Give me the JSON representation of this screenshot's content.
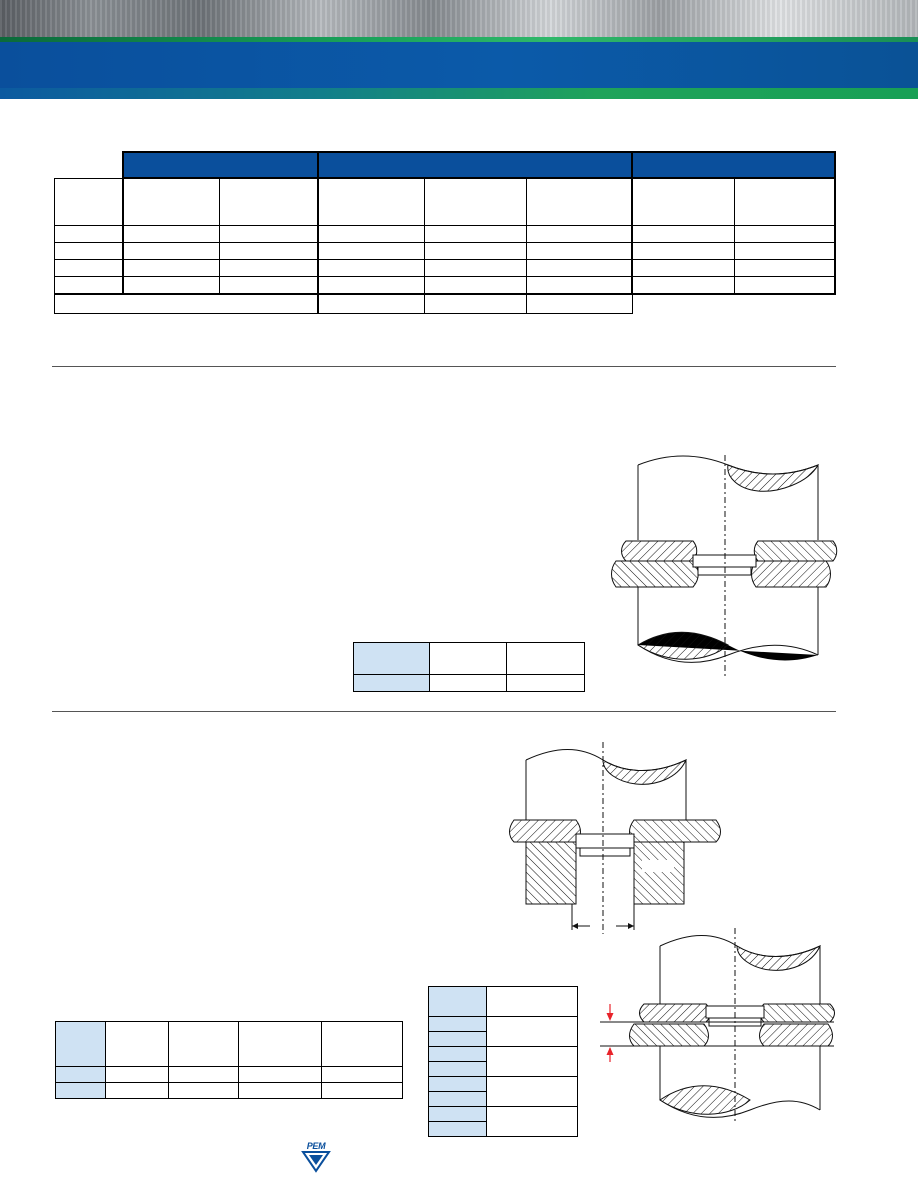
{
  "header": {
    "colors": {
      "blue": "#0a4f9c",
      "green": "#1fa35a",
      "steel": "#8c9196"
    }
  },
  "spec_table": {
    "rows": 4,
    "header_fill": "#0a4f9c"
  },
  "installation_table": {
    "shade": "#cfe2f3"
  },
  "hole_table": {
    "shade": "#cfe2f3"
  },
  "thickness_table": {
    "shade": "#cfe2f3"
  },
  "figures": {
    "arrow_color": "#e8232a",
    "hatch_color": "#111111"
  },
  "logo": {
    "text": "PEM",
    "color": "#0a4f9c",
    "icon": "pem-triangle-logo"
  }
}
